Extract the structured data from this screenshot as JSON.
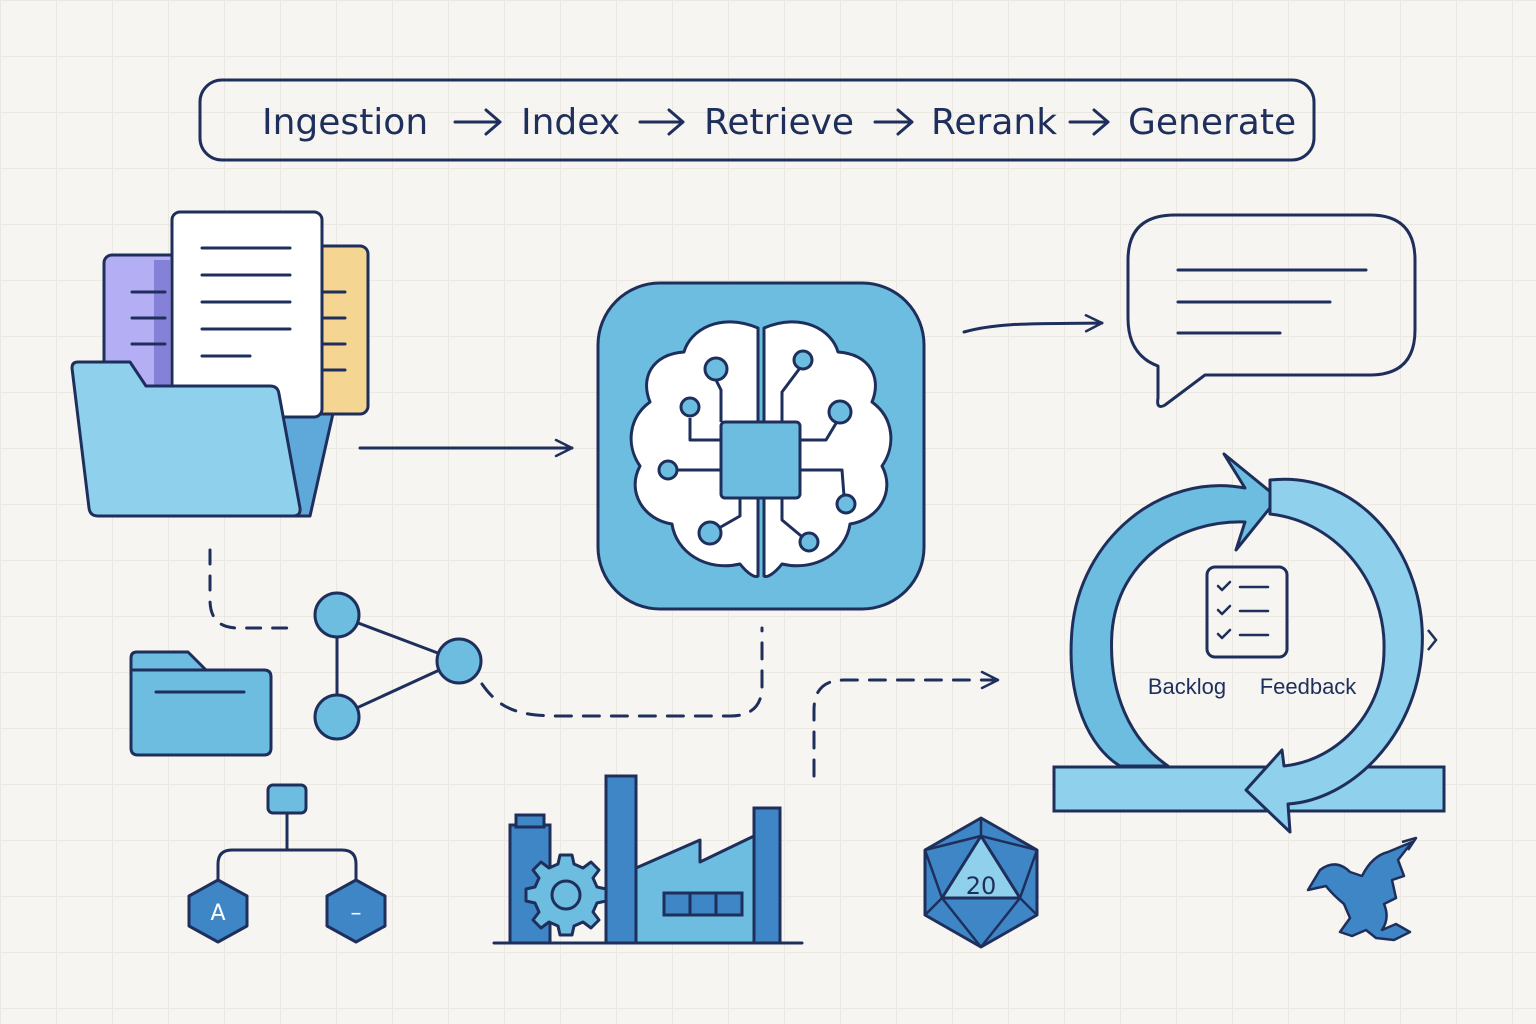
{
  "pipeline": {
    "steps": [
      "Ingestion",
      "Index",
      "Retrieve",
      "Rerank",
      "Generate"
    ]
  },
  "loop": {
    "left_label": "Backlog",
    "right_label": "Feedback"
  },
  "die": {
    "label": "20"
  },
  "tree": {
    "left_node": "A",
    "right_node": "–"
  },
  "colors": {
    "ink": "#1f2f5c",
    "blue_light": "#8fd0ec",
    "blue_mid": "#6cbde0",
    "blue_dark": "#3f86c6",
    "purple": "#b4aef5",
    "yellow": "#f5d592",
    "paper": "#ffffff"
  },
  "icons": [
    "documents-folder-icon",
    "brain-chip-icon",
    "chat-bubble-icon",
    "graph-network-icon",
    "folder-icon",
    "hierarchy-icon",
    "factory-icon",
    "d20-die-icon",
    "cycle-arrows-icon",
    "checklist-icon",
    "dragon-icon"
  ]
}
